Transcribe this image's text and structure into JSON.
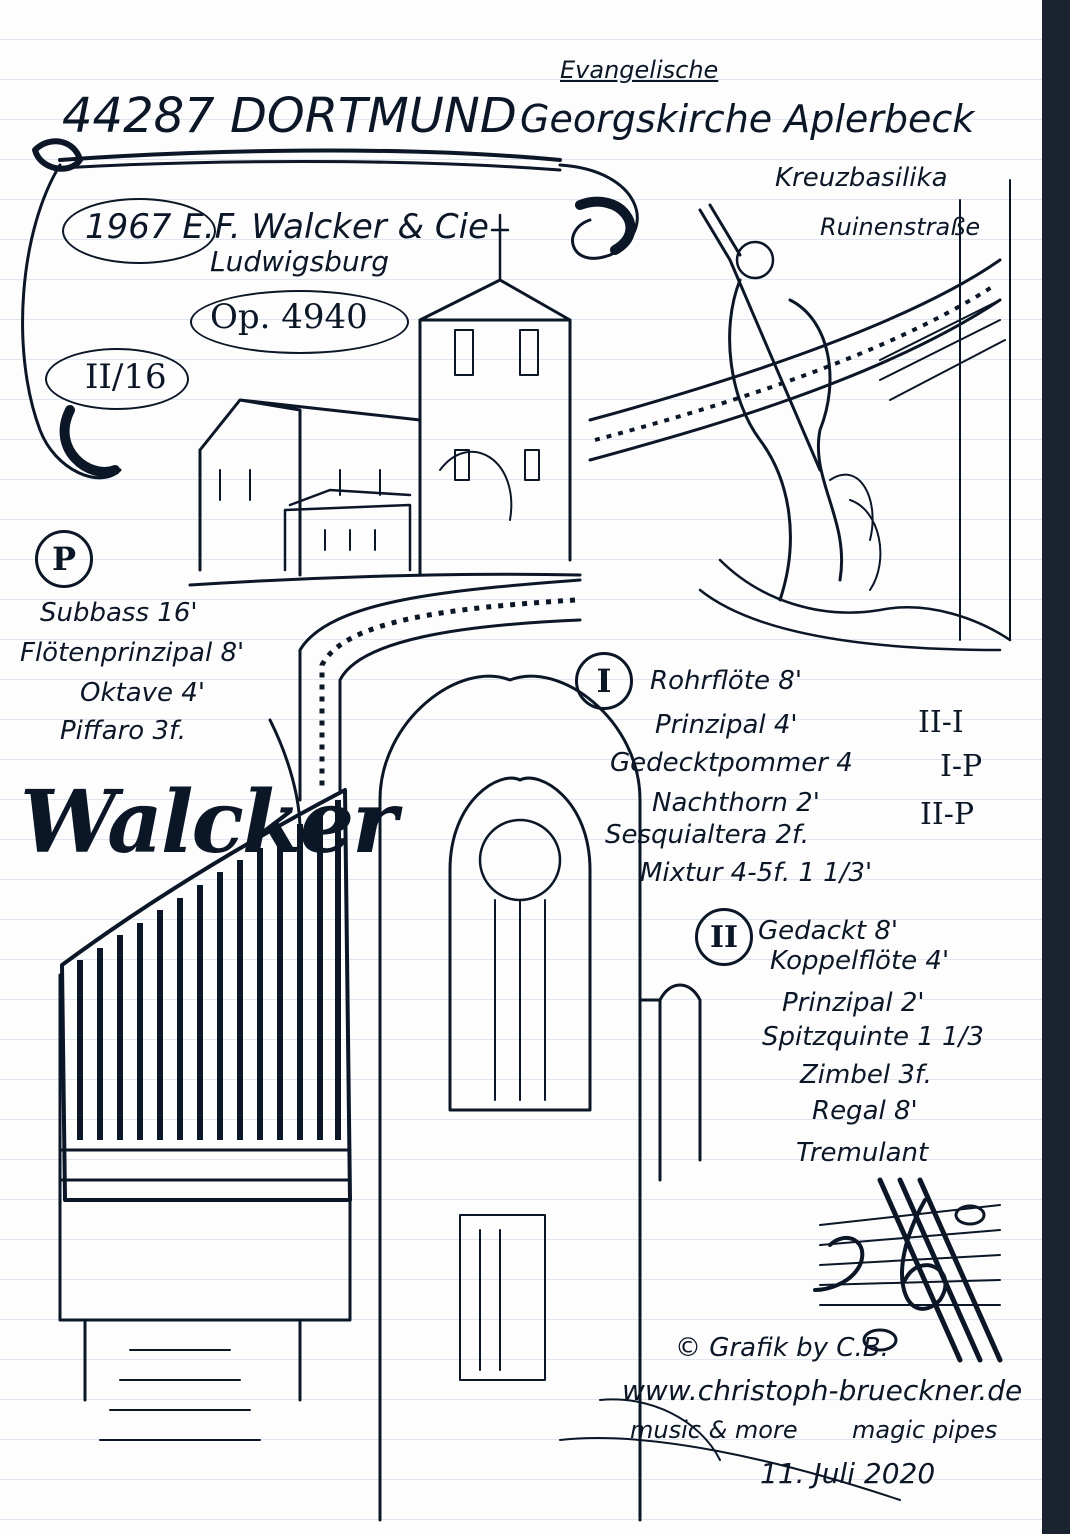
{
  "header": {
    "postcode_city": "44287 DORTMUND",
    "church_line1": "Evangelische",
    "church_line2": "Georgskirche Aplerbeck",
    "church_type": "Kreuzbasilika",
    "street": "Ruinenstraße"
  },
  "builder": {
    "year_builder": "1967 E.F. Walcker & Cie",
    "city": "Ludwigsburg",
    "opus": "Op. 4940",
    "manuals_stops": "II/16",
    "logo_text": "Walcker"
  },
  "pedal": {
    "marker": "P",
    "stops": [
      "Subbass 16'",
      "Flötenprinzipal 8'",
      "Oktave 4'",
      "Piffaro 3f."
    ]
  },
  "manual_1": {
    "marker": "I",
    "stops": [
      "Rohrflöte 8'",
      "Prinzipal 4'",
      "Gedecktpommer 4",
      "Nachthorn 2'",
      "Sesquialtera 2f.",
      "Mixtur 4-5f. 1 1/3'"
    ]
  },
  "couplers": [
    "II-I",
    "I-P",
    "II-P"
  ],
  "manual_2": {
    "marker": "II",
    "stops": [
      "Gedackt 8'",
      "Koppelflöte 4'",
      "Prinzipal 2'",
      "Spitzquinte 1 1/3",
      "Zimbel 3f.",
      "Regal 8'",
      "Tremulant"
    ]
  },
  "credits": {
    "grafik": "© Grafik by C.B.",
    "website": "www.christoph-brueckner.de",
    "tagline_left": "music & more",
    "tagline_right": "magic pipes",
    "date": "11. Juli 2020"
  },
  "illustrations": [
    "church-exterior",
    "angel-statue",
    "organ-case",
    "gothic-window",
    "musical-clefs",
    "keyboard-ribbon"
  ]
}
